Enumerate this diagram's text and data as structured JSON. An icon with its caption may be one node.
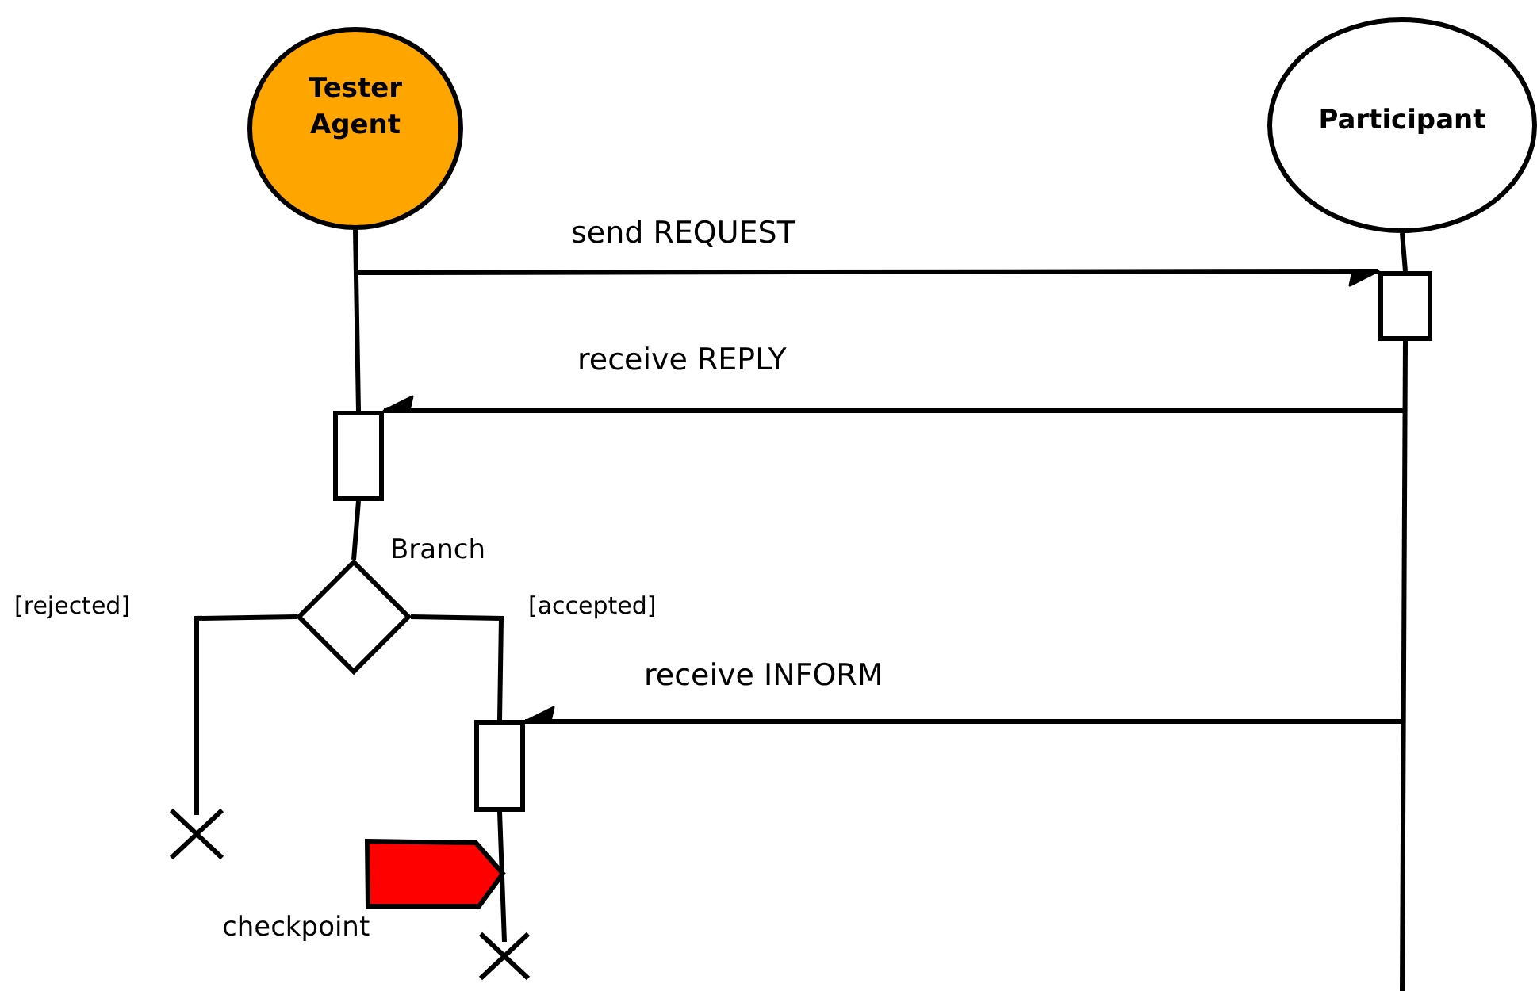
{
  "diagram": {
    "nodes": [
      {
        "text": [
          "Tester Agent"
        ]
      },
      {
        "text": [
          "Participant"
        ]
      },
      {
        "text": [],
        "shape": "box"
      },
      {
        "text": [],
        "shape": "box"
      },
      {
        "text": [
          "Branch"
        ]
      },
      {
        "text": [],
        "shape": "cross"
      },
      {
        "text": [],
        "shape": "box"
      },
      {
        "text": [
          "checkpoint"
        ]
      },
      {
        "text": [],
        "shape": "cross"
      }
    ],
    "edges": [
      {
        "from": 0,
        "to": 2,
        "arrow": "to",
        "label": "send REQUEST"
      },
      {
        "from": null,
        "to": 3,
        "arrow": "to",
        "label": "receive REPLY"
      },
      {
        "from": 0,
        "to": 3,
        "arrow": "none"
      },
      {
        "from": 3,
        "to": 4,
        "arrow": "none"
      },
      {
        "from": 4,
        "to": 5,
        "arrow": "none",
        "label": "[rejected]"
      },
      {
        "from": 4,
        "to": 6,
        "arrow": "none",
        "label": "[accepted]"
      },
      {
        "from": null,
        "to": 6,
        "arrow": "to",
        "label": "receive INFORM"
      },
      {
        "from": 6,
        "to": 8,
        "arrow": "none"
      },
      {
        "from": 1,
        "to": 2,
        "arrow": "none"
      },
      {
        "from": 2,
        "to": null,
        "arrow": "none"
      }
    ]
  }
}
